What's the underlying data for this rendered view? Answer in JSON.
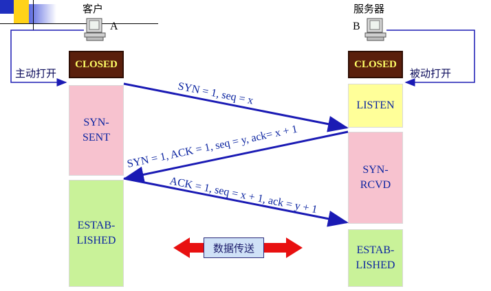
{
  "client": {
    "title": "客户",
    "host": "A",
    "open": "主动打开"
  },
  "server": {
    "title": "服务器",
    "host": "B",
    "open": "被动打开"
  },
  "client_states": [
    "CLOSED",
    "SYN-\nSENT",
    "ESTAB-\nLISHED"
  ],
  "server_states": [
    "CLOSED",
    "LISTEN",
    "SYN-\nRCVD",
    "ESTAB-\nLISHED"
  ],
  "messages": [
    "SYN = 1, seq = x",
    "SYN = 1, ACK = 1, seq = y, ack= x + 1",
    "ACK = 1, seq = x + 1, ack = y + 1"
  ],
  "data_transfer": "数据传送",
  "colors": {
    "arrow": "#1a1ab4",
    "data_arrow": "#e81010"
  }
}
